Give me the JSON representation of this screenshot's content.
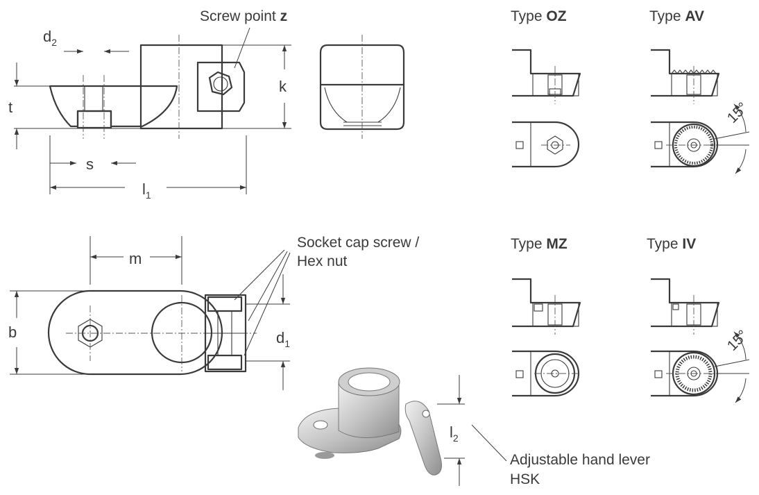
{
  "labels": {
    "screw_point_prefix": "Screw point ",
    "screw_point_letter": "z",
    "socket_line1": "Socket cap screw /",
    "socket_line2": "Hex nut",
    "lever_line1": "Adjustable hand lever",
    "lever_line2": "HSK"
  },
  "dimensions": {
    "d": "d",
    "d_sub": "2",
    "t": "t",
    "s": "s",
    "k": "k",
    "l": "l",
    "l_sub": "1",
    "m": "m",
    "b": "b",
    "d1": "d",
    "d1_sub": "1",
    "l2": "l",
    "l2_sub": "2",
    "angle1": "15°",
    "angle2": "15°"
  },
  "types": [
    {
      "prefix": "Type ",
      "code": "OZ"
    },
    {
      "prefix": "Type ",
      "code": "AV"
    },
    {
      "prefix": "Type ",
      "code": "MZ"
    },
    {
      "prefix": "Type ",
      "code": "IV"
    }
  ],
  "colors": {
    "line": "#3a3a3a",
    "fill": "#dcdcdc",
    "fill_dark": "#a9a9a9",
    "hatch": "#6a6a6a"
  }
}
